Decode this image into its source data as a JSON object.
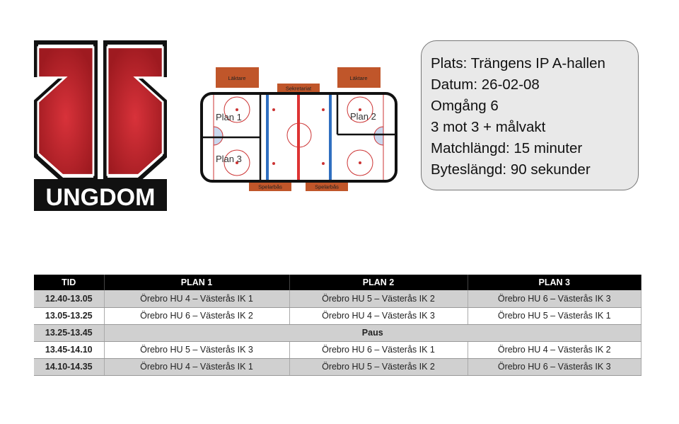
{
  "logo": {
    "text": "UNGDOM"
  },
  "rink": {
    "stands_left": "Läktare",
    "stands_right": "Läktare",
    "secretariat": "Sekretariat",
    "bench_left": "Spelarbås",
    "bench_right": "Spelarbås",
    "plan1": "Plan 1",
    "plan2": "Plan 2",
    "plan3": "Plan 3"
  },
  "info": [
    "Plats: Trängens IP A-hallen",
    "Datum: 26-02-08",
    "Omgång 6",
    "3 mot 3 + målvakt",
    "Matchlängd: 15 minuter",
    "Byteslängd: 90 sekunder"
  ],
  "schedule": {
    "headers": [
      "TID",
      "PLAN 1",
      "PLAN 2",
      "PLAN 3"
    ],
    "rows": [
      {
        "time": "12.40-13.05",
        "games": [
          "Örebro HU 4 – Västerås IK 1",
          "Örebro HU 5 – Västerås IK 2",
          "Örebro HU 6 – Västerås IK 3"
        ]
      },
      {
        "time": "13.05-13.25",
        "games": [
          "Örebro HU 6 – Västerås IK 2",
          "Örebro HU 4 – Västerås IK 3",
          "Örebro HU 5 – Västerås IK 1"
        ]
      },
      {
        "time": "13.25-13.45",
        "pause": "Paus"
      },
      {
        "time": "13.45-14.10",
        "games": [
          "Örebro HU 5 – Västerås IK 3",
          "Örebro HU 6 – Västerås IK 1",
          "Örebro HU 4 – Västerås IK 2"
        ]
      },
      {
        "time": "14.10-14.35",
        "games": [
          "Örebro HU 4 – Västerås IK 1",
          "Örebro HU 5 – Västerås IK 2",
          "Örebro HU 6 – Västerås IK 3"
        ]
      }
    ]
  }
}
